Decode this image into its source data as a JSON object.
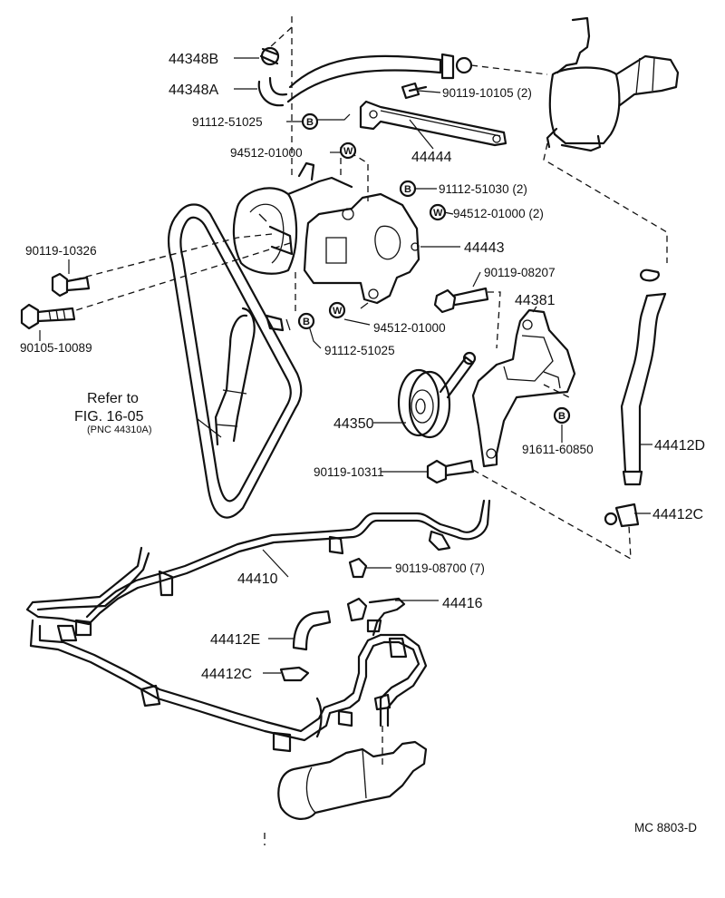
{
  "callouts": {
    "p44348B": "44348B",
    "p44348A": "44348A",
    "p91112_51025_top": "91112-51025",
    "p94512_01000_top": "94512-01000",
    "p90119_10105": "90119-10105 (2)",
    "p44444": "44444",
    "p91112_51030": "91112-51030 (2)",
    "p94512_01000_2": "94512-01000 (2)",
    "p90119_10326": "90119-10326",
    "p44443": "44443",
    "p90119_08207": "90119-08207",
    "p44381": "44381",
    "p90105_10089": "90105-10089",
    "p94512_01000_mid": "94512-01000",
    "p91112_51025_mid": "91112-51025",
    "p44350": "44350",
    "p91611_60850": "91611-60850",
    "p44412D": "44412D",
    "p90119_10311": "90119-10311",
    "p44412C_right": "44412C",
    "p44410": "44410",
    "p90119_08700": "90119-08700 (7)",
    "p44416": "44416",
    "p44412E": "44412E",
    "p44412C_left": "44412C"
  },
  "symbols": {
    "bolt": "B",
    "washer": "W"
  },
  "reference": {
    "line1": "Refer to",
    "line2": "FIG. 16-05",
    "line3": "(PNC 44310A)"
  },
  "figure_code": "MC  8803-D"
}
